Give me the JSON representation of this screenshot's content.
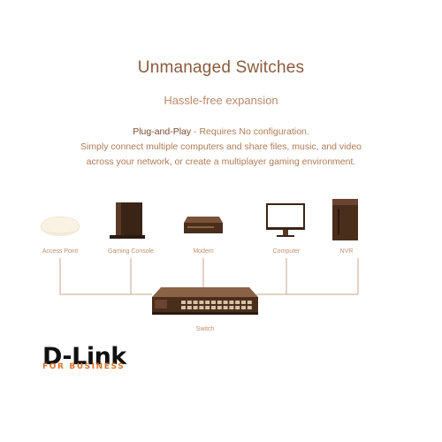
{
  "header": {
    "title": "Unmanaged Switches",
    "subtitle": "Hassle-free expansion"
  },
  "description": {
    "emphasis": "Plug-and-Play",
    "line1_rest": " - Requires No configuration.",
    "line2": "Simply connect multiple computers and share files, music, and video",
    "line3": "across your network, or create a multiplayer gaming environment."
  },
  "devices": [
    {
      "label": "Access Point",
      "icon": "access-point-icon"
    },
    {
      "label": "Gaming Console",
      "icon": "gaming-console-icon"
    },
    {
      "label": "Modem",
      "icon": "modem-icon"
    },
    {
      "label": "Computer",
      "icon": "computer-icon"
    },
    {
      "label": "NVR",
      "icon": "nvr-icon"
    }
  ],
  "switch": {
    "label": "Switch",
    "icon": "network-switch-icon"
  },
  "logo": {
    "brand": "D-Link",
    "tagline": "FOR BUSINESS"
  },
  "colors": {
    "line": "#c9a58c",
    "accent": "#d9742a",
    "text": "#b07a55"
  }
}
